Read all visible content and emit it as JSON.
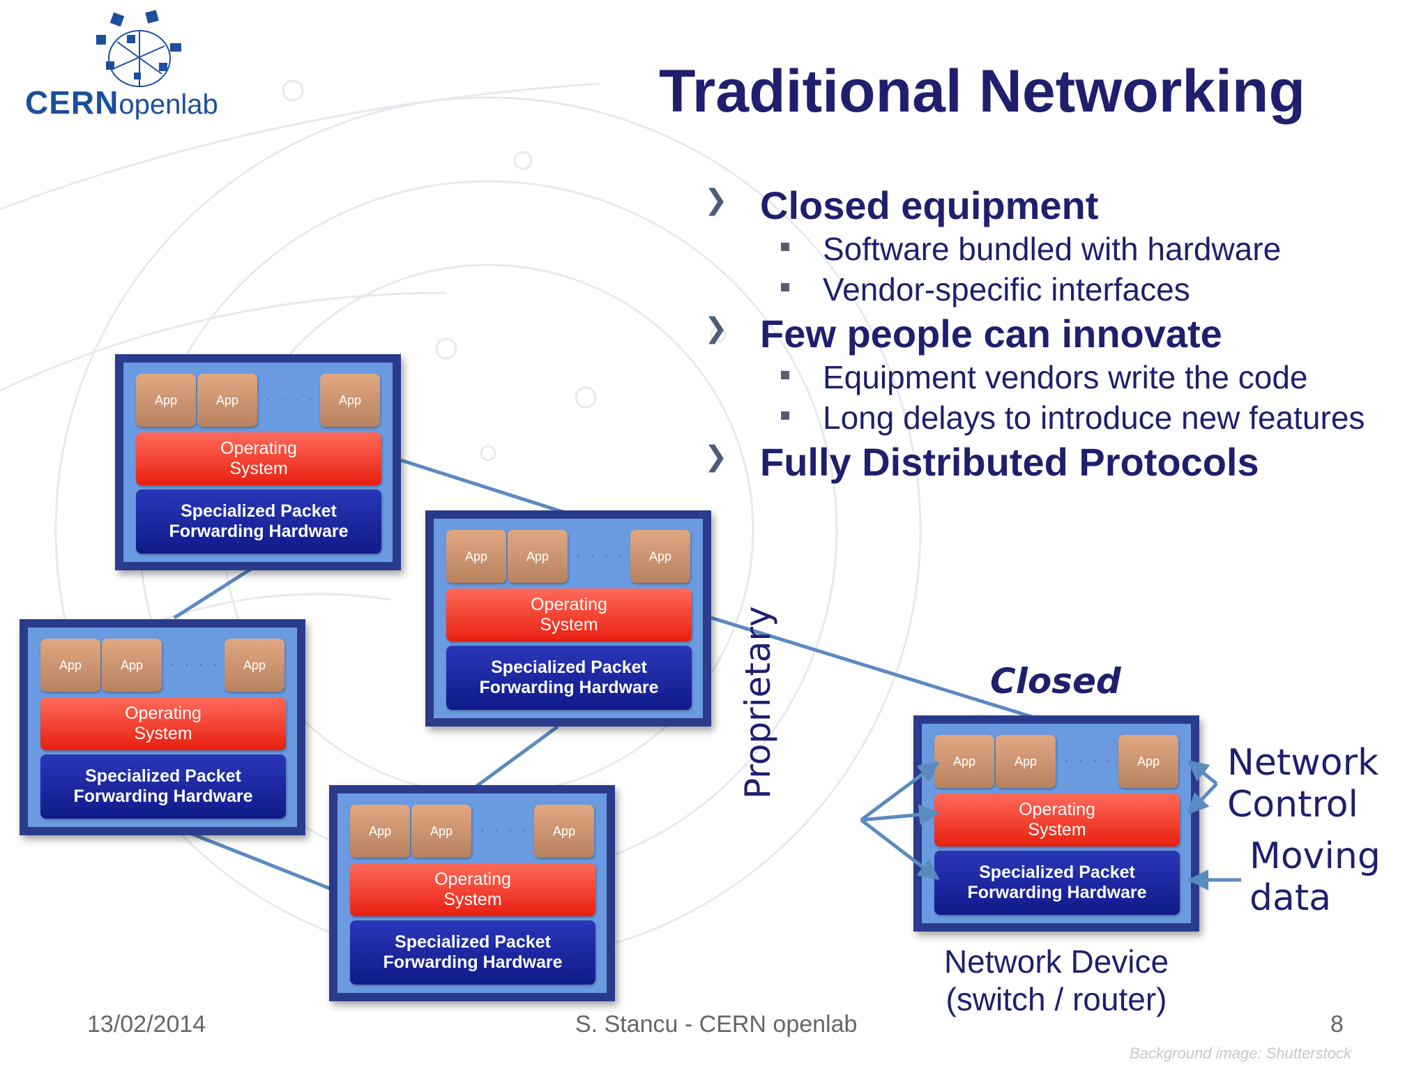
{
  "logo": {
    "brand_bold": "CERN",
    "brand_light": "openlab"
  },
  "slide": {
    "title": "Traditional Networking",
    "bullets": [
      {
        "text": "Closed equipment",
        "sub": [
          "Software bundled with hardware",
          "Vendor-specific interfaces"
        ]
      },
      {
        "text": "Few people can innovate",
        "sub": [
          "Equipment vendors write the code",
          "Long delays to introduce new features"
        ]
      },
      {
        "text": "Fully Distributed Protocols",
        "sub": []
      }
    ]
  },
  "device": {
    "app_label": "App",
    "os_line1": "Operating",
    "os_line2": "System",
    "hw_line1": "Specialized Packet",
    "hw_line2": "Forwarding Hardware"
  },
  "annotations": {
    "closed": "Closed",
    "proprietary": "Proprietary",
    "network_control_1": "Network",
    "network_control_2": "Control",
    "moving_data_1": "Moving",
    "moving_data_2": "data",
    "device_caption_1": "Network Device",
    "device_caption_2": "(switch / router)"
  },
  "footer": {
    "date": "13/02/2014",
    "author": "S. Stancu - CERN openlab",
    "page": "8",
    "credit": "Background image: Shutterstock"
  },
  "colors": {
    "title": "#1f1f6e",
    "device_frame": "#2b3b8c",
    "device_fill": "#6a9be0",
    "app": "#c99270",
    "os": "#f03a2a",
    "hardware": "#1a24a0",
    "link": "#5b8ac0"
  }
}
